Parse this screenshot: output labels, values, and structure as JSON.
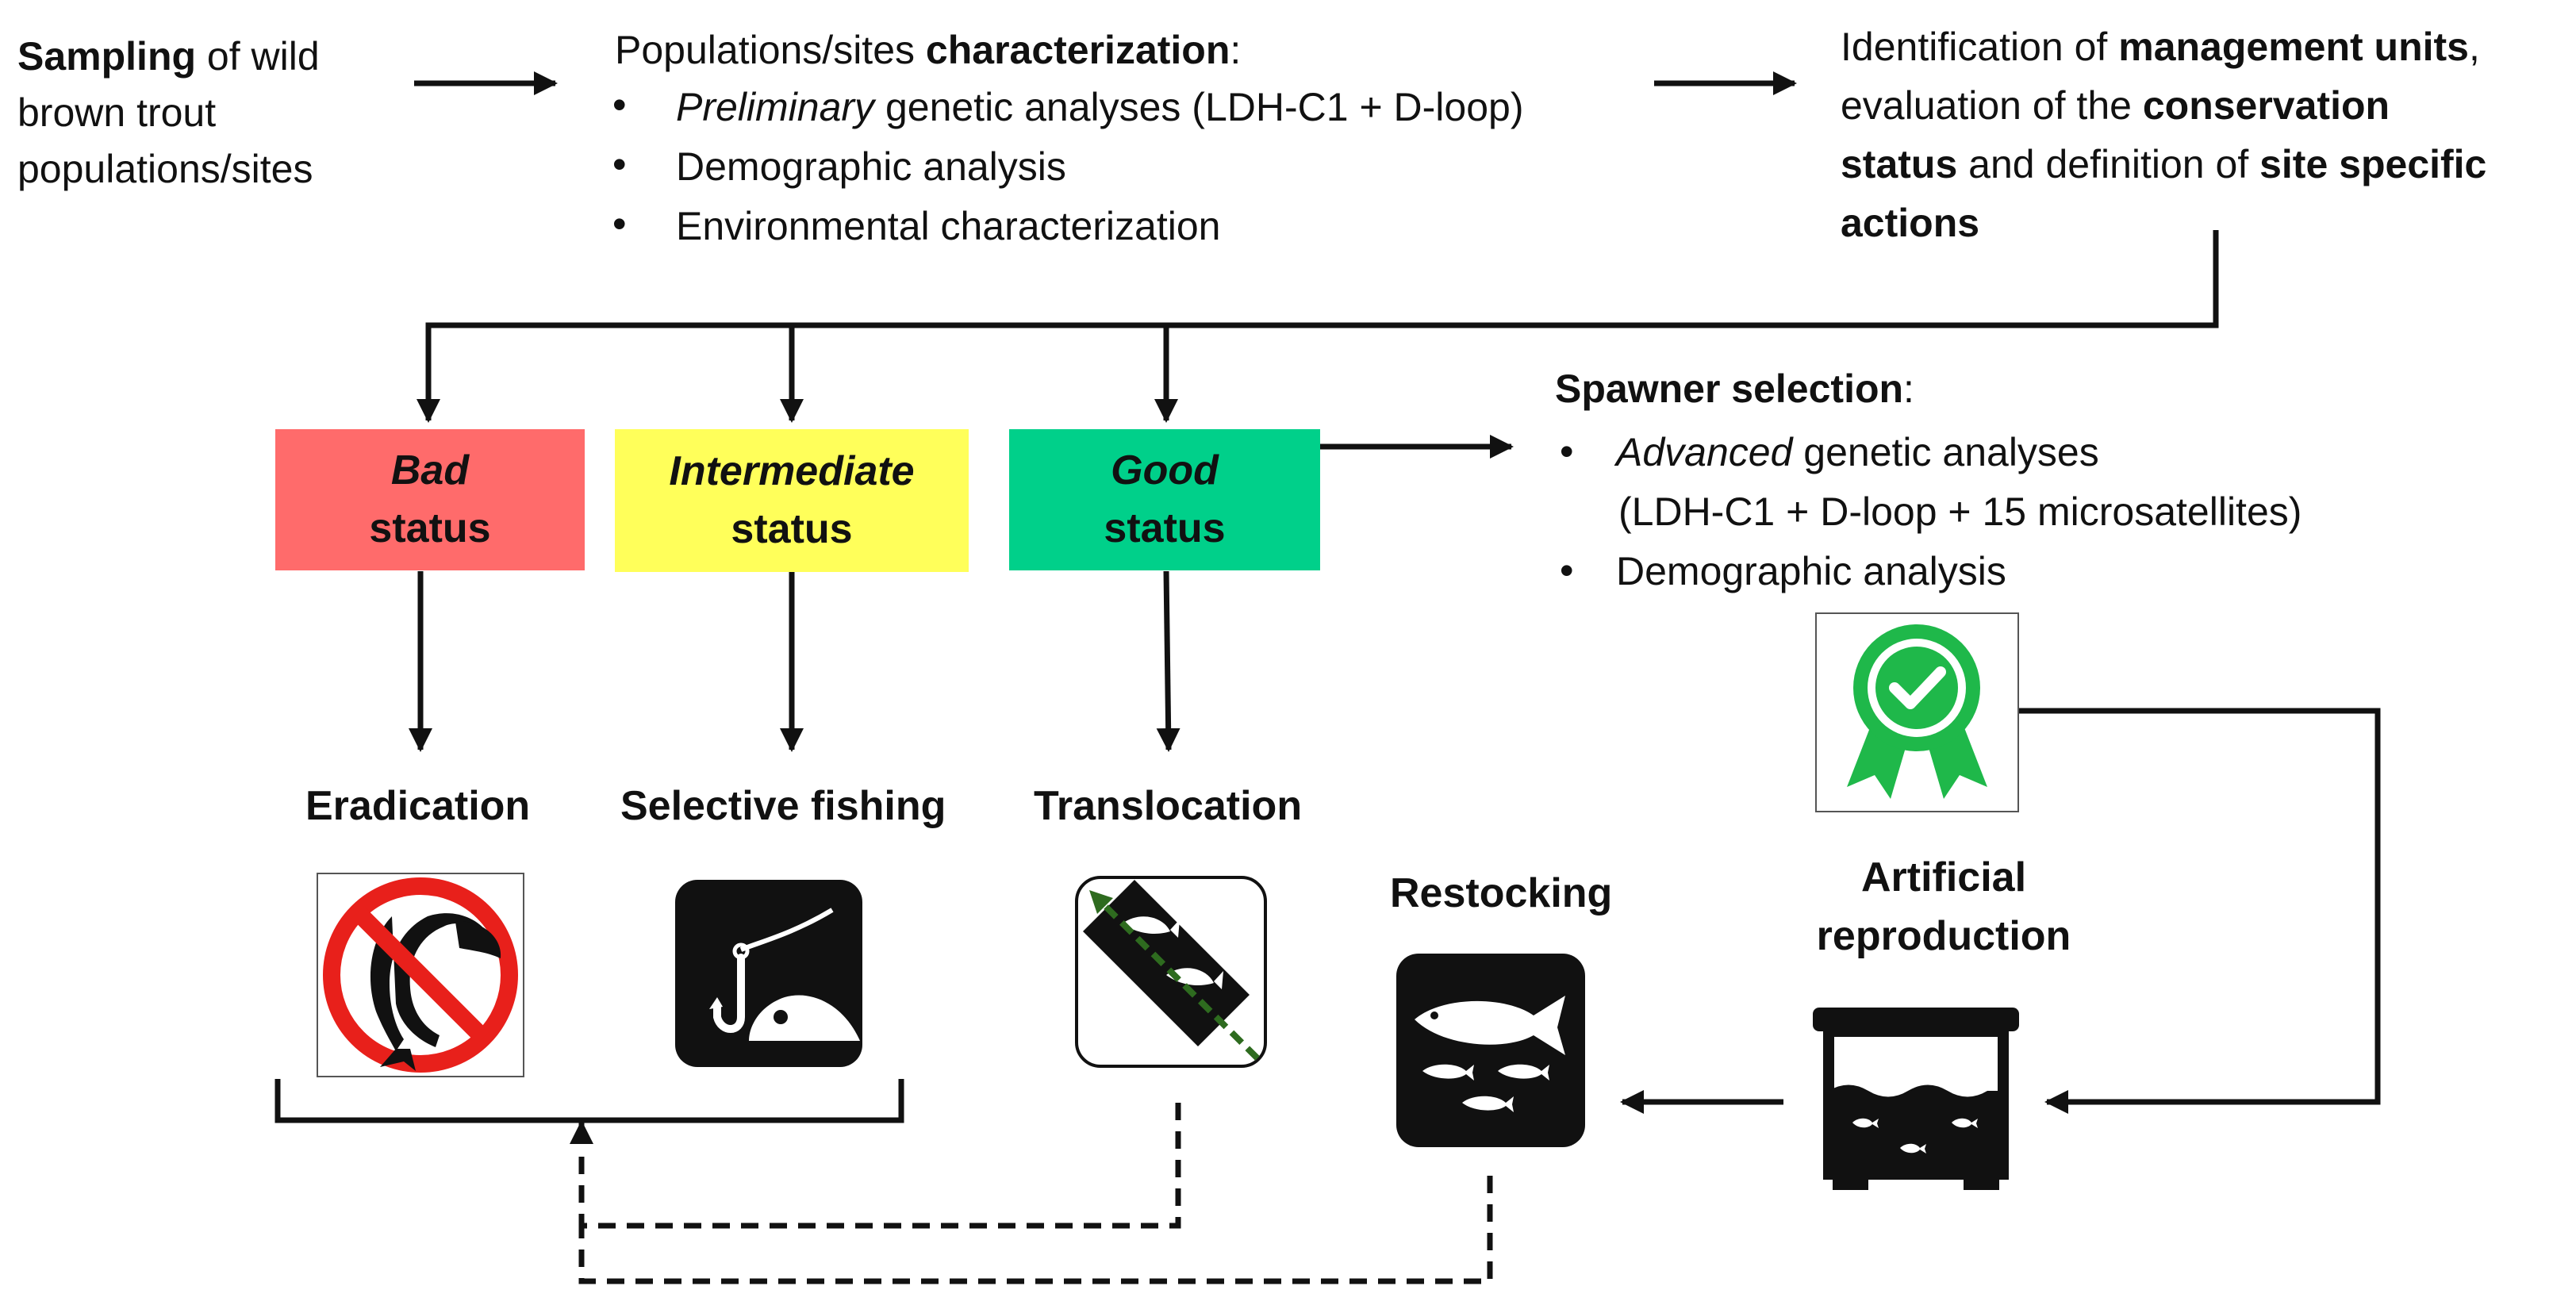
{
  "sampling": {
    "bold": "Sampling",
    "rest": " of wild",
    "line2": "brown trout",
    "line3": "populations/sites"
  },
  "characterization": {
    "heading_plain": "Populations/sites ",
    "heading_bold": "characterization",
    "heading_colon": ":",
    "items": [
      {
        "italic": "Preliminary",
        "rest": " genetic analyses (LDH-C1 + D-loop)"
      },
      {
        "italic": "",
        "rest": "Demographic analysis"
      },
      {
        "italic": "",
        "rest": "Environmental characterization"
      }
    ],
    "bullet": "•"
  },
  "identification": {
    "l1_plain": "Identification of ",
    "l1_bold": "management units",
    "l1_end": ",",
    "l2_plain": "evaluation of the ",
    "l2_bold": "conservation",
    "l3_bold": "status",
    "l3_plain": " and definition of ",
    "l3_bold2": "site specific",
    "l4_bold": "actions"
  },
  "status_boxes": [
    {
      "line1": "Bad",
      "line2": "status",
      "color": "#ff6b6b"
    },
    {
      "line1": "Intermediate",
      "line2": "status",
      "color": "#ffff5a"
    },
    {
      "line1": "Good",
      "line2": "status",
      "color": "#00d08a"
    }
  ],
  "spawner": {
    "heading_bold": "Spawner selection",
    "heading_colon": ":",
    "item1_italic": "Advanced",
    "item1_rest": " genetic analyses",
    "item1_line2": "(LDH-C1 + D-loop + 15 microsatellites)",
    "item2": "Demographic analysis"
  },
  "actions": {
    "eradication": "Eradication",
    "selective_fishing": "Selective fishing",
    "translocation": "Translocation",
    "restocking": "Restocking",
    "artificial_l1": "Artificial",
    "artificial_l2": "reproduction"
  },
  "icons": [
    "no-fishing-icon",
    "fishing-hook-icon",
    "translocation-icon",
    "restocking-icon",
    "certificate-badge-icon",
    "aquarium-icon"
  ],
  "colors": {
    "badge_green": "#1fb84a",
    "no_sign_red": "#e8201b",
    "dashed_green": "#2e6b1f",
    "icon_black": "#111111"
  }
}
